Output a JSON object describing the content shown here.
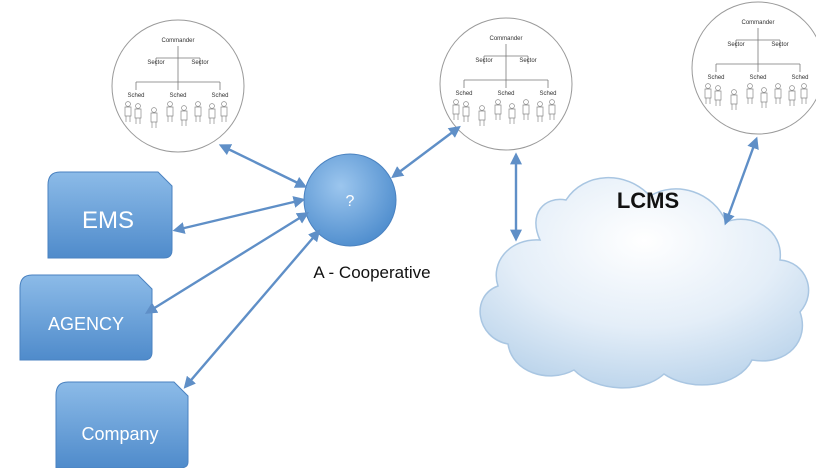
{
  "nodes": {
    "ems": {
      "label": "EMS"
    },
    "agency": {
      "label": "AGENCY"
    },
    "company": {
      "label": "Company"
    },
    "hub": {
      "label": "?"
    },
    "cooperative": {
      "label": "A - Cooperative"
    },
    "cloud": {
      "label": "LCMS"
    }
  },
  "org_chart": {
    "commander": "Commander",
    "sector": "Sector",
    "sched": "Sched"
  },
  "colors": {
    "box_fill": "#6aa0d8",
    "hub_fill": "#6ea7df",
    "arrow": "#5f8fc7",
    "cloud_fill": "#dbe9f5"
  }
}
